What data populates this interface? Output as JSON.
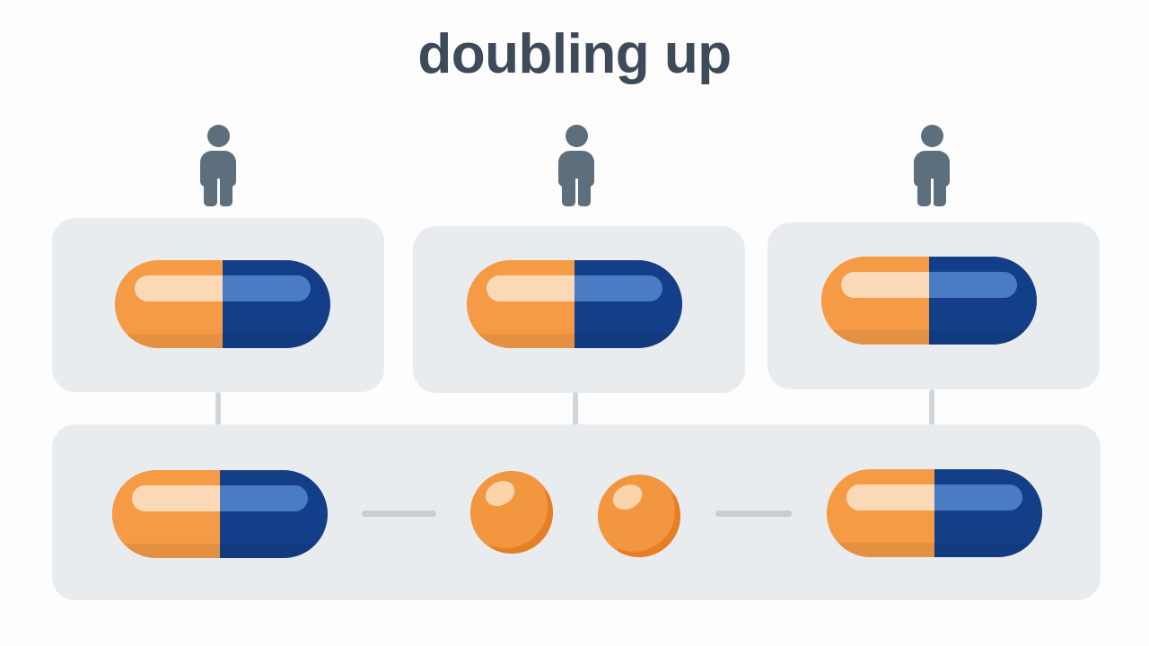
{
  "page": {
    "title": "doubling up",
    "background_color": "#FDFDFD"
  },
  "colors": {
    "title_text": "#3C4A59",
    "card_background": "#E9ECEF",
    "person_icon": "#5D6E7D",
    "capsule_orange": "#F59B45",
    "capsule_orange_gloss": "#FBD9B7",
    "capsule_blue": "#133F89",
    "capsule_blue_gloss": "#4A7CC3",
    "tablet_orange": "#F0913C",
    "tablet_orange_shadow": "#E67E23",
    "tablet_highlight": "#FBD4AB",
    "connector_gray": "#D2D6DA"
  },
  "people": [
    {
      "name": "person-icon-1",
      "label": "person"
    },
    {
      "name": "person-icon-2",
      "label": "person"
    },
    {
      "name": "person-icon-3",
      "label": "person"
    }
  ],
  "top_row": {
    "cards": [
      {
        "name": "dose-card-1",
        "item": "capsule",
        "item_label": "orange and blue capsule"
      },
      {
        "name": "dose-card-2",
        "item": "capsule",
        "item_label": "orange and blue capsule"
      },
      {
        "name": "dose-card-3",
        "item": "capsule",
        "item_label": "orange and blue capsule"
      }
    ]
  },
  "bottom_row": {
    "card": {
      "name": "combined-dose-card"
    },
    "items": [
      {
        "name": "capsule-left",
        "type": "capsule",
        "label": "orange and blue capsule"
      },
      {
        "name": "connector-left",
        "type": "connector",
        "label": "link"
      },
      {
        "name": "tablet-left",
        "type": "tablet",
        "label": "orange round tablet"
      },
      {
        "name": "tablet-right",
        "type": "tablet",
        "label": "orange round tablet"
      },
      {
        "name": "connector-right",
        "type": "connector",
        "label": "link"
      },
      {
        "name": "capsule-right",
        "type": "capsule",
        "label": "orange and blue capsule"
      }
    ]
  },
  "connectors": [
    {
      "name": "vertical-connector-1",
      "orientation": "vertical"
    },
    {
      "name": "vertical-connector-2",
      "orientation": "vertical"
    },
    {
      "name": "vertical-connector-3",
      "orientation": "vertical"
    }
  ]
}
